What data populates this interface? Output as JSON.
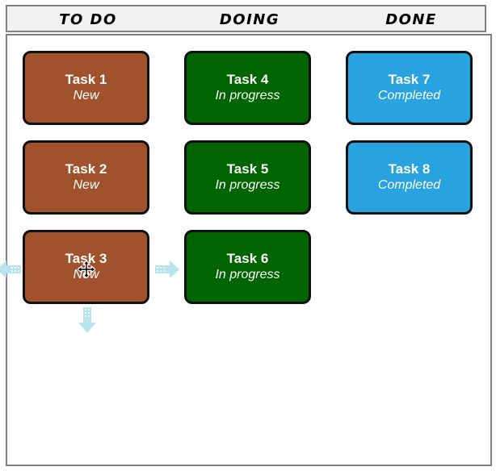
{
  "board": {
    "columns": [
      {
        "id": "todo",
        "label": "TO DO"
      },
      {
        "id": "doing",
        "label": "DOING"
      },
      {
        "id": "done",
        "label": "DONE"
      }
    ],
    "cards": [
      {
        "title": "Task 1",
        "status": "New",
        "column": "todo",
        "row": 0,
        "color": "#A0522D"
      },
      {
        "title": "Task 2",
        "status": "New",
        "column": "todo",
        "row": 1,
        "color": "#A0522D"
      },
      {
        "title": "Task 3",
        "status": "New",
        "column": "todo",
        "row": 2,
        "color": "#A0522D"
      },
      {
        "title": "Task 4",
        "status": "In progress",
        "column": "doing",
        "row": 0,
        "color": "#006400"
      },
      {
        "title": "Task 5",
        "status": "In progress",
        "column": "doing",
        "row": 1,
        "color": "#006400"
      },
      {
        "title": "Task 6",
        "status": "In progress",
        "column": "doing",
        "row": 2,
        "color": "#006400"
      },
      {
        "title": "Task 7",
        "status": "Completed",
        "column": "done",
        "row": 0,
        "color": "#29A3E0"
      },
      {
        "title": "Task 8",
        "status": "Completed",
        "column": "done",
        "row": 1,
        "color": "#29A3E0"
      }
    ],
    "drag_hints": [
      {
        "direction": "left",
        "name": "drag-arrow-left"
      },
      {
        "direction": "right",
        "name": "drag-arrow-right"
      },
      {
        "direction": "down",
        "name": "drag-arrow-down"
      }
    ],
    "cursor": {
      "type": "move",
      "on_card": "Task 3"
    },
    "colors": {
      "new": "#A0522D",
      "in_progress": "#006400",
      "completed": "#29A3E0",
      "card_border": "#111111",
      "frame_border": "#808080",
      "header_background": "#f2f2f2",
      "board_background": "#ffffff",
      "arrow": "#B8E4EE",
      "card_text": "#ffffff"
    }
  }
}
